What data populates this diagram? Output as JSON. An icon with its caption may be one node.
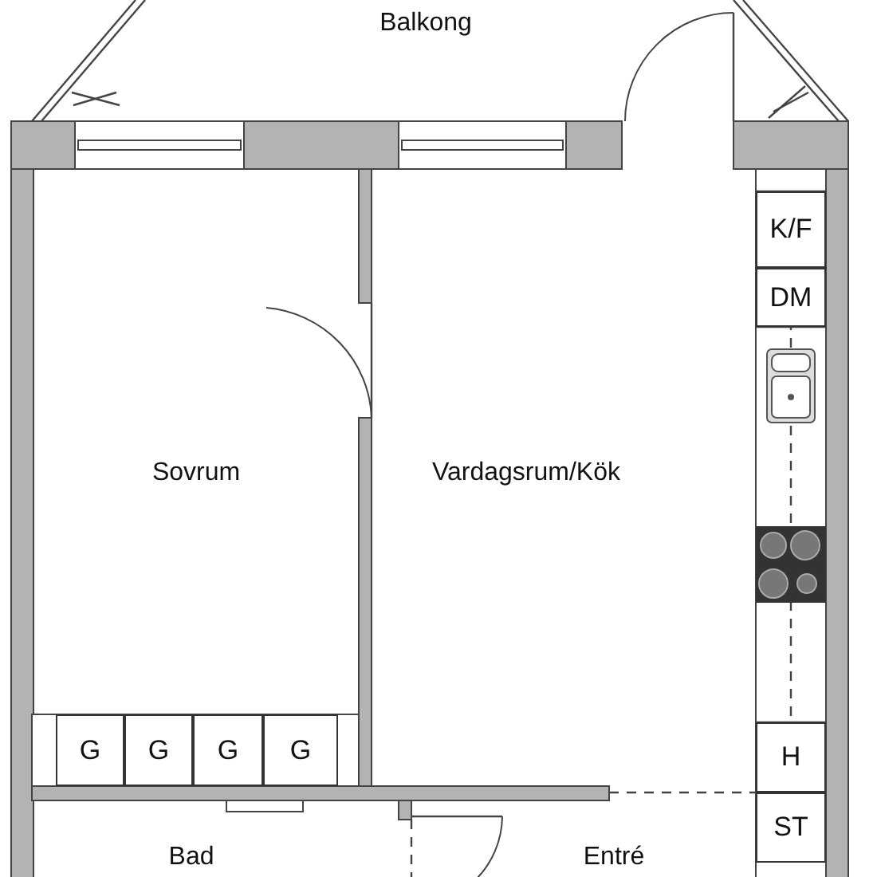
{
  "diagram": {
    "nodes": [
      {
        "text": [
          "K/F"
        ]
      },
      {
        "text": [
          "DM"
        ]
      },
      {
        "text": [
          "H"
        ]
      },
      {
        "text": [
          "ST"
        ]
      },
      {
        "text": [
          "G"
        ]
      },
      {
        "text": [
          "G"
        ]
      },
      {
        "text": [
          "G"
        ]
      },
      {
        "text": [
          "G"
        ]
      }
    ],
    "edges": [],
    "labels": [
      "Balkong",
      "Sovrum",
      "Vardagsrum/Kök",
      "Bad",
      "Entré"
    ]
  }
}
